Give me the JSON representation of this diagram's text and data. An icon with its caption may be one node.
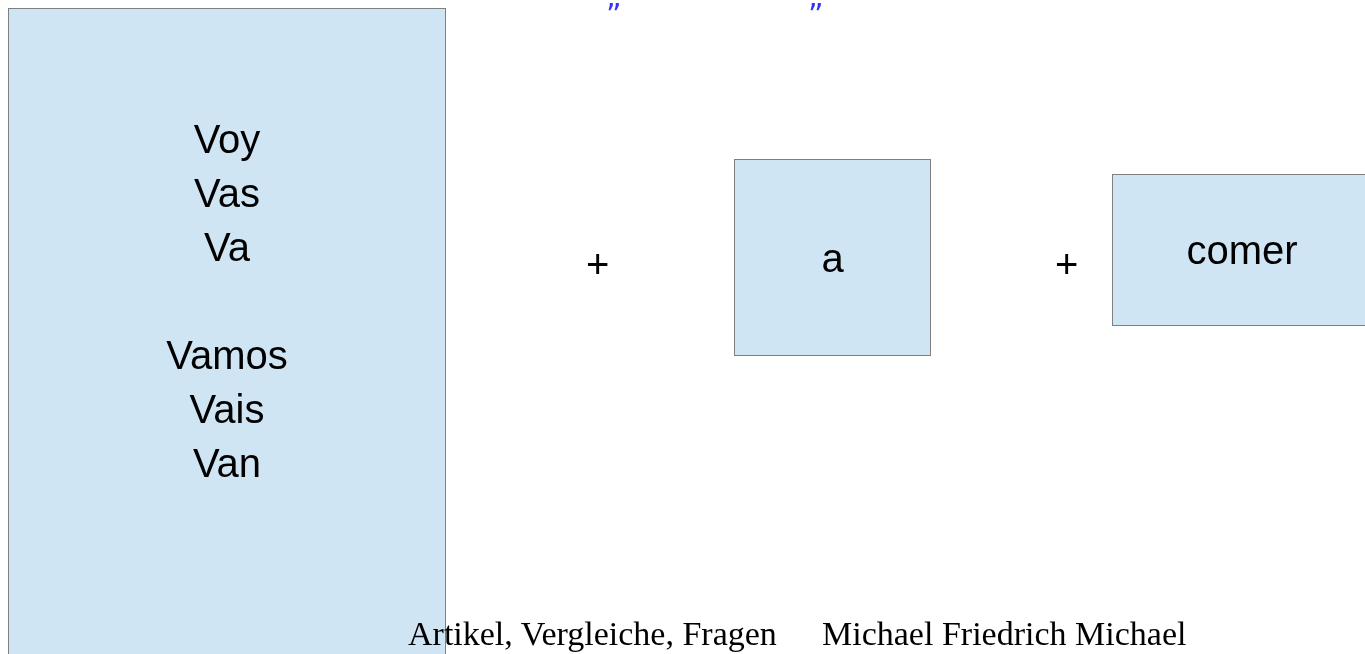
{
  "diagram": {
    "nodes": [
      {
        "text": [
          "Voy Vas Va",
          "Vamos Vais Van"
        ]
      },
      {
        "text": [
          "a"
        ]
      },
      {
        "text": [
          "comer"
        ]
      }
    ],
    "labels": [
      "”",
      "”",
      "+",
      "+",
      "Artikel, Vergleiche, Fragen",
      "Michael Friedrich Michael"
    ]
  }
}
